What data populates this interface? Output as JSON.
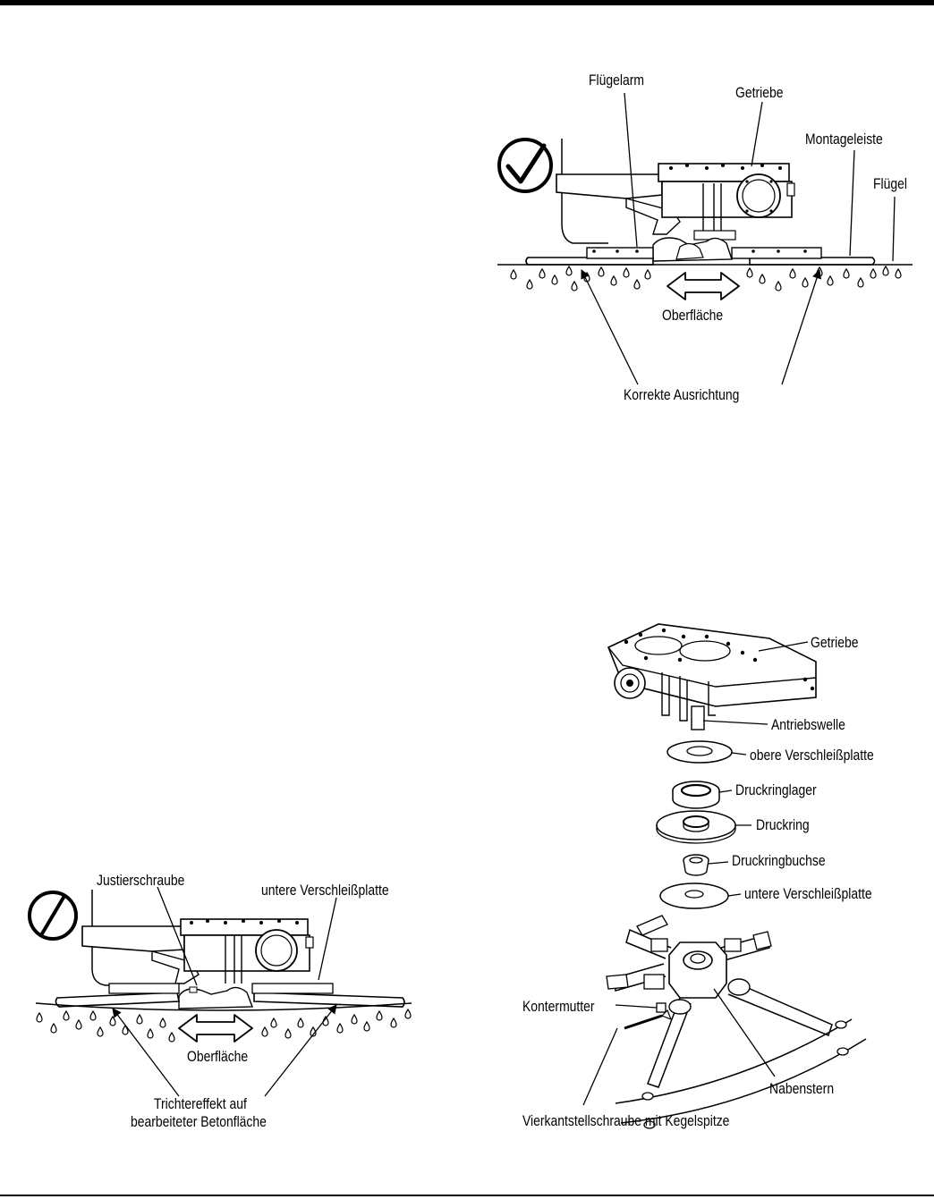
{
  "figure_top_right": {
    "labels": {
      "wing_arm": "Flügelarm",
      "gearbox": "Getriebe",
      "mounting_bar": "Montageleiste",
      "blade": "Flügel",
      "surface": "Oberfläche",
      "correct_alignment": "Korrekte Ausrichtung"
    },
    "status_icon": "check-circle-icon"
  },
  "figure_bottom_left": {
    "labels": {
      "adjusting_screw": "Justierschraube",
      "lower_wear_plate": "untere Verschleißplatte",
      "surface": "Oberfläche",
      "funnel_effect_line1": "Trichtereffekt auf",
      "funnel_effect_line2": "bearbeiteter Betonfläche"
    },
    "status_icon": "prohibited-circle-icon"
  },
  "figure_bottom_right": {
    "labels": {
      "gearbox": "Getriebe",
      "drive_shaft": "Antriebswelle",
      "upper_wear_plate": "obere Verschleißplatte",
      "thrust_bearing": "Druckringlager",
      "thrust_ring": "Druckring",
      "thrust_ring_bushing": "Druckringbuchse",
      "lower_wear_plate": "untere Verschleißplatte",
      "lock_nut": "Kontermutter",
      "hub_star": "Nabenstern",
      "square_set_screw": "Vierkantstellschraube mit Kegelspitze"
    }
  }
}
